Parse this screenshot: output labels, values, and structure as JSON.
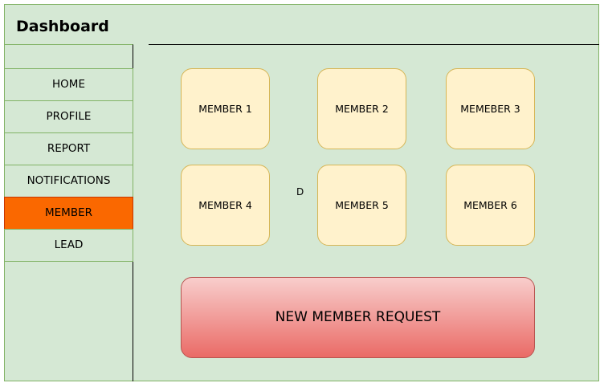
{
  "header": {
    "title": "Dashboard"
  },
  "sidebar": {
    "items": [
      {
        "label": "HOME",
        "active": false
      },
      {
        "label": "PROFILE",
        "active": false
      },
      {
        "label": "REPORT",
        "active": false
      },
      {
        "label": "NOTIFICATIONS",
        "active": false
      },
      {
        "label": "MEMBER",
        "active": true
      },
      {
        "label": "LEAD",
        "active": false
      }
    ]
  },
  "main": {
    "members": [
      {
        "label": "MEMBER 1"
      },
      {
        "label": "MEMBER 2"
      },
      {
        "label": "MEMEBER 3"
      },
      {
        "label": "MEMBER 4"
      },
      {
        "label": "MEMBER 5"
      },
      {
        "label": "MEMBER 6"
      }
    ],
    "stray_text": "D",
    "request_button": "NEW MEMBER REQUEST"
  },
  "colors": {
    "background": "#d5e8d4",
    "active_nav": "#fa6800",
    "card_fill": "#fff2cc",
    "card_border": "#d6b656",
    "button_top": "#f8cecc",
    "button_bottom": "#ea6b66"
  }
}
